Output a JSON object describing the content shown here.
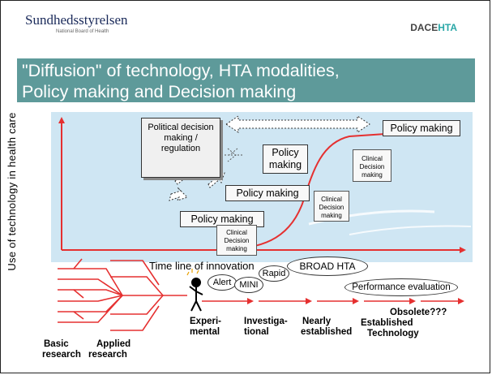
{
  "header": {
    "logo_text": "Sundhedsstyrelsen",
    "logo_subtext": "National Board of Health",
    "brand_prefix": "DACE",
    "brand_suffix": "HTA"
  },
  "title": {
    "line1": "\"Diffusion\" of technology, HTA modalities,",
    "line2": "Policy making and Decision making"
  },
  "diagram": {
    "y_axis_label": "Use of  technology in health care",
    "x_axis_label": "Time line of innovation",
    "political_box": "Political decision making / regulation",
    "policy_boxes": [
      "Policy making",
      "Policy making",
      "Policy making",
      "Policy making"
    ],
    "clinical_notes": [
      "Clinical Decision making",
      "Clinical Decision making",
      "Clinical Decision making"
    ],
    "hta_bubbles": {
      "alert": "Alert",
      "mini": "MINI",
      "rapid": "Rapid",
      "broad": "BROAD HTA",
      "performance": "Performance evaluation"
    },
    "stages": {
      "basic": [
        "Basic",
        "research"
      ],
      "applied": [
        "Applied",
        "research"
      ],
      "experimental": [
        "Experi-",
        "mental"
      ],
      "investigational": [
        "Investiga-",
        "tional"
      ],
      "nearly": [
        "Nearly",
        "established"
      ],
      "established": [
        "Established",
        "Technology"
      ],
      "obsolete": "Obsolete???"
    },
    "colors": {
      "background": "#cfe6f3",
      "axis": "#e53030",
      "curve": "#e53030",
      "title_bar": "#5e9a9a"
    }
  }
}
